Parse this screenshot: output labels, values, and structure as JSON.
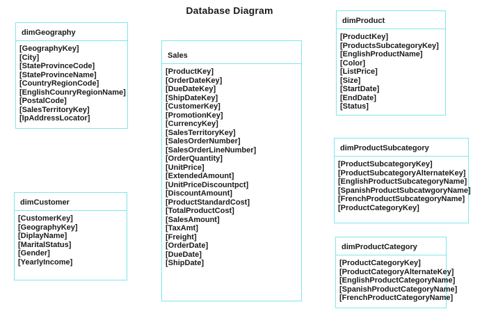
{
  "page_title": "Database Diagram",
  "colors": {
    "entity_border": "#7de6ee",
    "text": "#1a1a1a",
    "background": "#ffffff"
  },
  "tables": [
    {
      "name": "dimGeography",
      "fields": [
        "[GeographyKey]",
        "[City]",
        "[StateProvinceCode]",
        "[StateProvinceName]",
        "[CountryRegionCode]",
        "[EnglishCounryRegionName]",
        "[PostalCode]",
        "[SalesTerritoryKey]",
        "[IpAddressLocator]"
      ]
    },
    {
      "name": "dimCustomer",
      "fields": [
        "[CustomerKey]",
        "[GeographyKey]",
        "[DiplayName]",
        "[MaritalStatus]",
        "[Gender]",
        "[YearlyIncome]"
      ]
    },
    {
      "name": "Sales",
      "fields": [
        "[ProductKey]",
        "[OrderDateKey]",
        "[DueDateKey]",
        "[ShipDateKey]",
        "[CustomerKey]",
        "[PromotionKey]",
        "[CurrencyKey]",
        "[SalesTerritoryKey]",
        "[SalesOrderNumber]",
        "[SalesOrderLineNumber]",
        "[OrderQuantity]",
        "[UnitPrice]",
        "[ExtendedAmount]",
        "[UnitPriceDiscountpct]",
        "[DiscountAmount]",
        "[ProductStandardCost]",
        "[TotalProductCost]",
        "[SalesAmount]",
        "[TaxAmt]",
        "[Freight]",
        "[OrderDate]",
        "[DueDate]",
        "[ShipDate]"
      ]
    },
    {
      "name": "dimProduct",
      "fields": [
        "[ProductKey]",
        "[ProductsSubcategoryKey]",
        "[EnglishProductName]",
        "[Color]",
        "[ListPrice]",
        "[Size]",
        "[StartDate]",
        "[EndDate]",
        "[Status]"
      ]
    },
    {
      "name": "dimProductSubcategory",
      "fields": [
        "[ProductSubcategoryKey]",
        "[ProductSubcategoryAlternateKey]",
        "[EnglishProductSubcategoryName]",
        "[SpanishProductSubcatwgoryName]",
        "[FrenchProductSubcategoryName]",
        "[ProductCategoryKey]"
      ]
    },
    {
      "name": "dimProductCategory",
      "fields": [
        "[ProductCategoryKey]",
        "[ProductCategoryAlternateKey]",
        "[EnglishProductCategoryName]",
        "[SpanishProductCategoryName]",
        "[FrenchProductCategoryName]"
      ]
    }
  ]
}
